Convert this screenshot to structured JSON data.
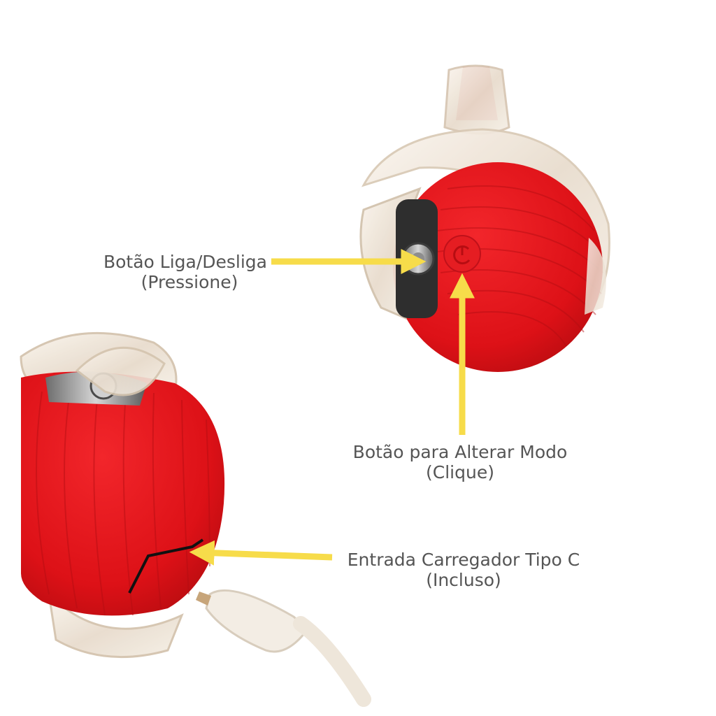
{
  "labels": {
    "power_button": {
      "line1": "Botão Liga/Desliga",
      "line2": "(Pressione)"
    },
    "mode_button": {
      "line1": "Botão para Alterar Modo",
      "line2": "(Clique)"
    },
    "charger_port": {
      "line1": "Entrada Carregador Tipo C",
      "line2": "(Incluso)"
    }
  },
  "colors": {
    "product_red": "#e0141a",
    "arrow_yellow": "#f7dc4a",
    "label_text": "#555555"
  }
}
